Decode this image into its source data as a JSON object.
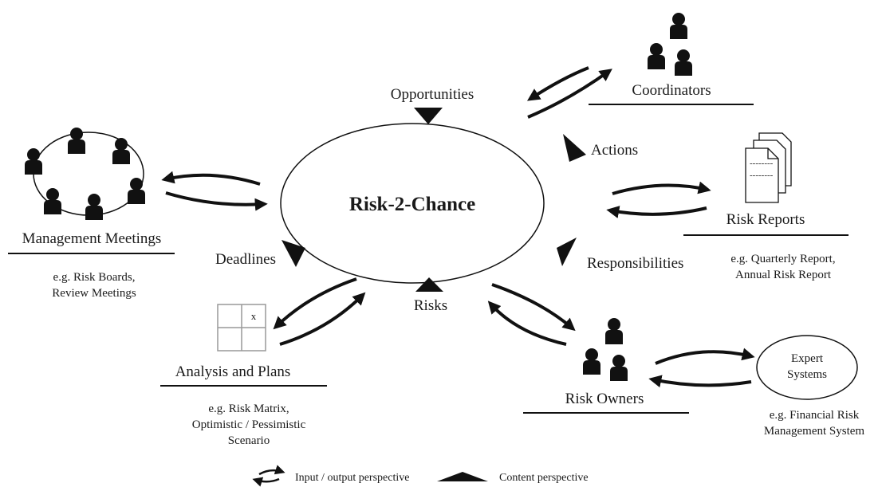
{
  "center": {
    "title": "Risk-2-Chance"
  },
  "content_labels": {
    "opportunities": "Opportunities",
    "actions": "Actions",
    "deadlines": "Deadlines",
    "responsibilities": "Responsibilities",
    "risks": "Risks"
  },
  "nodes": {
    "coordinators": {
      "title": "Coordinators"
    },
    "management_meetings": {
      "title": "Management Meetings",
      "example_line1": "e.g. Risk Boards,",
      "example_line2": "Review Meetings"
    },
    "risk_reports": {
      "title": "Risk Reports",
      "example_line1": "e.g. Quarterly Report,",
      "example_line2": "Annual Risk Report"
    },
    "analysis_and_plans": {
      "title": "Analysis and Plans",
      "example_line1": "e.g. Risk Matrix,",
      "example_line2": "Optimistic / Pessimistic",
      "example_line3": "Scenario",
      "matrix_mark": "x"
    },
    "risk_owners": {
      "title": "Risk Owners"
    },
    "expert_systems": {
      "title_line1": "Expert",
      "title_line2": "Systems",
      "example_line1": "e.g. Financial Risk",
      "example_line2": "Management System"
    }
  },
  "report_icon": {
    "dash1": "--------",
    "dash2": "--------"
  },
  "legend": {
    "input_output": "Input / output perspective",
    "content": "Content perspective"
  },
  "colors": {
    "ink": "#111111",
    "grid": "#999999",
    "paper": "#ffffff"
  },
  "icons": [
    "person-group-icon",
    "meeting-circle-icon",
    "report-stack-icon",
    "risk-matrix-icon",
    "exchange-arrows-icon",
    "content-triangle-icon"
  ]
}
